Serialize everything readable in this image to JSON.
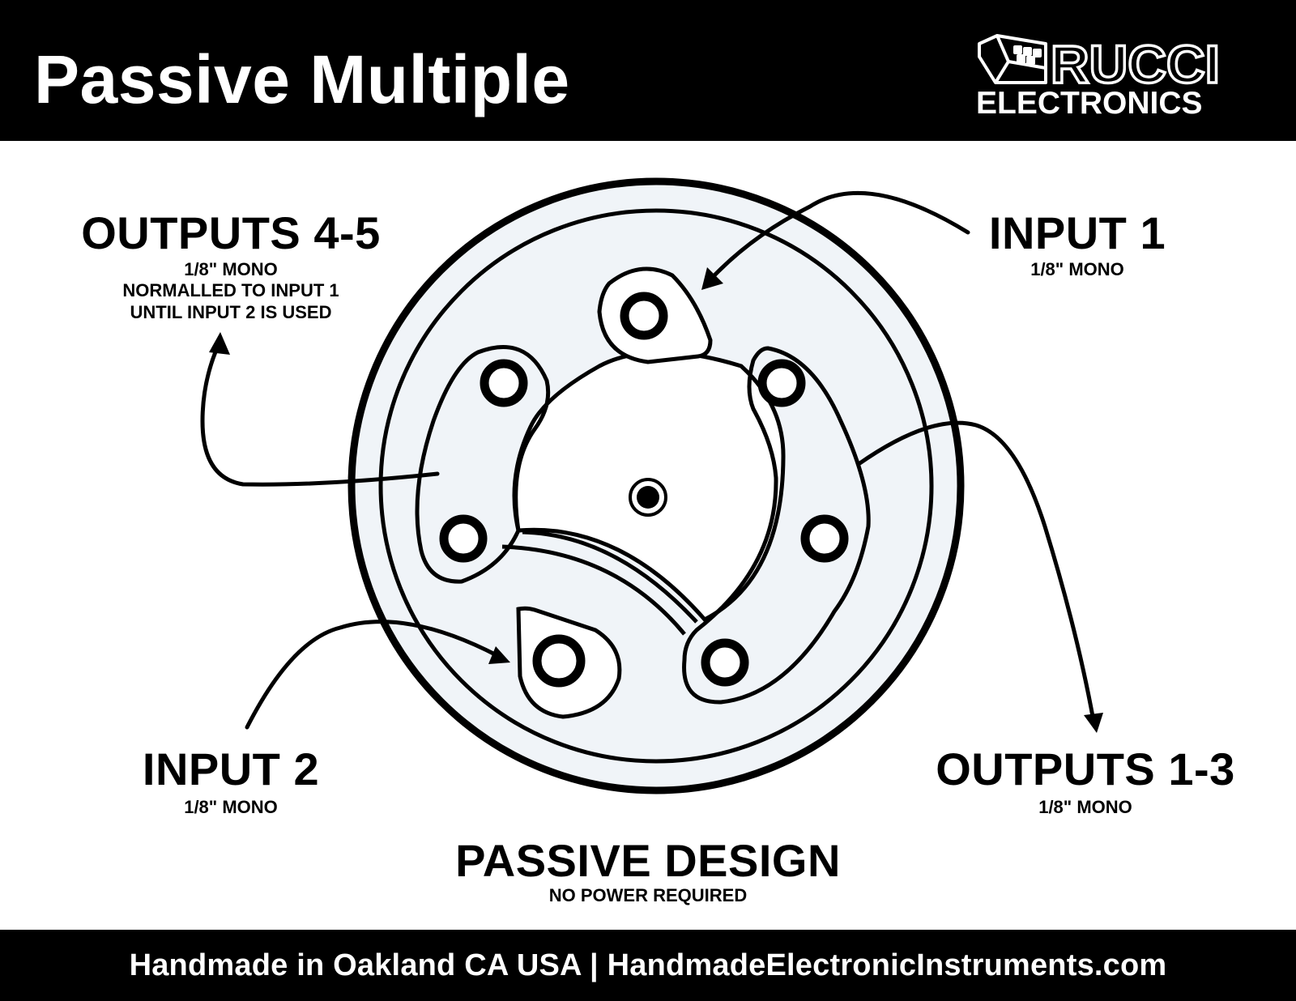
{
  "header": {
    "title": "Passive Multiple",
    "logo": {
      "line1": "RUCCI",
      "line2": "ELECTRONICS"
    }
  },
  "labels": {
    "outputs_4_5": {
      "title": "OUTPUTS 4-5",
      "lines": [
        "1/8\" MONO",
        "NORMALLED TO INPUT 1",
        "UNTIL INPUT 2 IS USED"
      ]
    },
    "input_1": {
      "title": "INPUT 1",
      "lines": [
        "1/8\" MONO"
      ]
    },
    "input_2": {
      "title": "INPUT 2",
      "lines": [
        "1/8\" MONO"
      ]
    },
    "outputs_1_3": {
      "title": "OUTPUTS 1-3",
      "lines": [
        "1/8\" MONO"
      ]
    },
    "passive_design": {
      "title": "PASSIVE DESIGN",
      "lines": [
        "NO POWER REQUIRED"
      ]
    }
  },
  "footer": {
    "text": "Handmade in Oakland CA USA | HandmadeElectronicInstruments.com"
  },
  "colors": {
    "background": "#ffffff",
    "bar": "#000000",
    "panel": "#f0f4f8",
    "ink": "#000000"
  }
}
